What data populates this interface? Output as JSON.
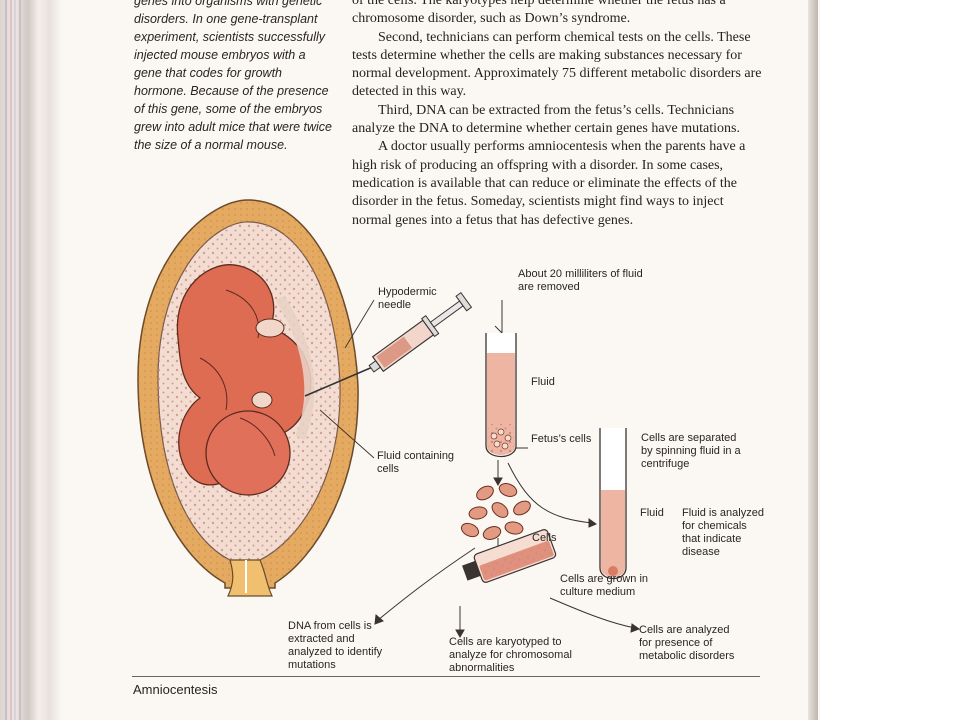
{
  "sidebar": {
    "text": "genes into organisms with genetic disorders. In one gene-transplant experiment, scientists successfully injected mouse embryos with a gene that codes for growth hormone. Because of the presence of this gene, some of the embryos grew into adult mice that were twice the size of a normal mouse."
  },
  "body": {
    "paragraphs": [
      "of the cells. The karyotypes help determine whether the fetus has a chromosome disorder, such as Down’s syndrome.",
      "Second, technicians can perform chemical tests on the cells. These tests determine whether the cells are making substances necessary for normal development. Approximately 75 different metabolic disorders are detected in this way.",
      "Third, DNA can be extracted from the fetus’s cells. Technicians analyze the DNA to determine whether certain genes have mutations.",
      "A doctor usually performs amniocentesis when the parents have a high risk of producing an offspring with a disorder. In some cases, medication is available that can reduce or eliminate the effects of the disorder in the fetus. Someday, scientists might find ways to inject normal genes into a fetus that has defective genes."
    ]
  },
  "figure": {
    "labels": {
      "hypodermic_needle": "Hypodermic needle",
      "fluid_removed": "About 20 milliliters of fluid are removed",
      "fluid_containing_cells": "Fluid containing cells",
      "fluid": "Fluid",
      "fetus_cells": "Fetus’s cells",
      "centrifuge": "Cells are separated by spinning fluid in a centrifuge",
      "fluid2": "Fluid",
      "fluid_analyzed": "Fluid is analyzed for chemicals that indicate disease",
      "cells": "Cells",
      "culture": "Cells are grown in culture medium",
      "dna": "DNA from cells is extracted and analyzed to identify mutations",
      "karyotyped": "Cells are karyotyped to analyze for chromosomal abnormalities",
      "metabolic": "Cells are analyzed for presence of metabolic disorders"
    }
  },
  "caption": "Amniocentesis",
  "colors": {
    "paper": "#fbf8f3",
    "uterus_wall": "#e3a85e",
    "amniotic_fluid": "#f3ddd2",
    "fetus": "#dd6b52",
    "text": "#26211d"
  }
}
